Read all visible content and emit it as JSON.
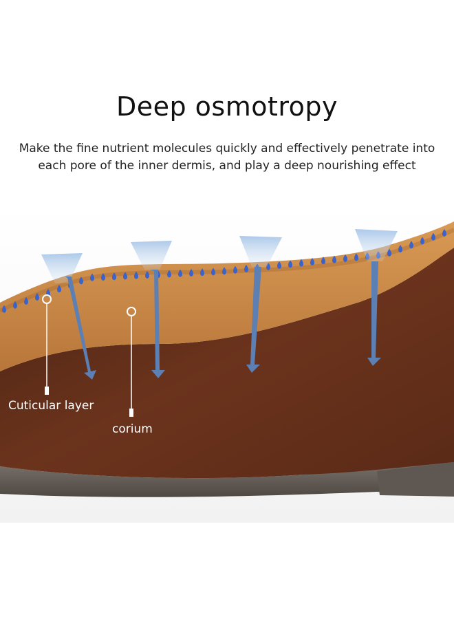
{
  "heading": {
    "title": "Deep osmotropy",
    "description": "Make the fine nutrient molecules quickly and effectively penetrate into each pore of the inner dermis, and play a deep nourishing effect"
  },
  "illustration": {
    "labels": {
      "cuticular": "Cuticular layer",
      "corium": "corium"
    },
    "colors": {
      "outer_leather": "#c98a45",
      "inner_leather": "#6a321c",
      "sole": "#6e6660",
      "droplet": "#3c63c9",
      "arrow": "#5c7fb4"
    }
  }
}
